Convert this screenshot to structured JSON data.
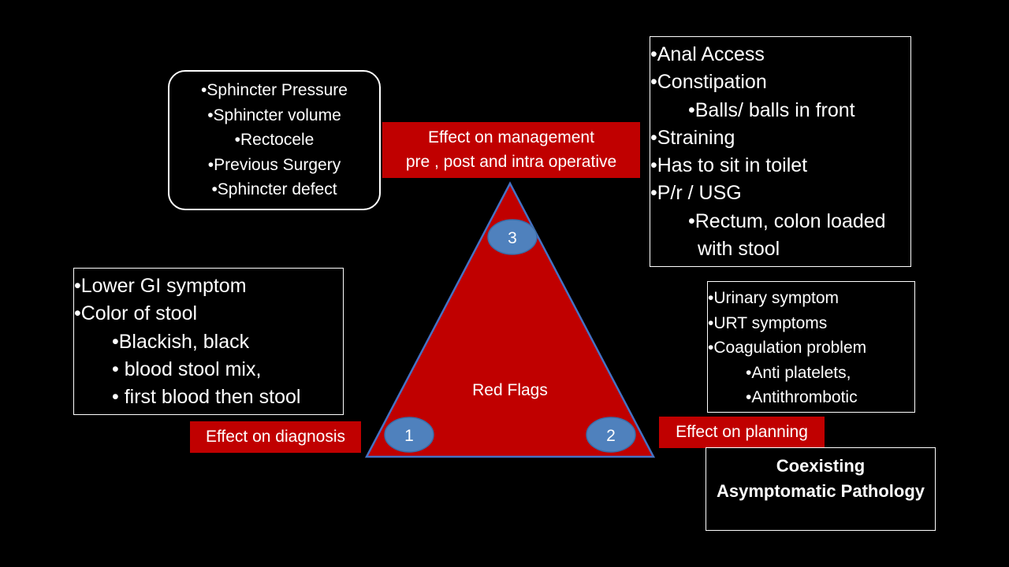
{
  "sphincter_box": {
    "items": [
      "•Sphincter Pressure",
      "•Sphincter volume",
      "•Rectocele",
      "•Previous Surgery",
      "•Sphincter defect"
    ]
  },
  "management_label": {
    "line1": "Effect on management",
    "line2": "pre , post and intra operative"
  },
  "anal_box": {
    "item1": "•Anal Access",
    "item2": "•Constipation",
    "item3": "•Balls/ balls in front",
    "item4": "•Straining",
    "item5": "•Has to sit in toilet",
    "item6": "•P/r / USG",
    "item7": "•Rectum, colon loaded",
    "item8": "with stool"
  },
  "lowergi_box": {
    "item1": "•Lower GI symptom",
    "item2": "•Color of stool",
    "item3": "•Blackish, black",
    "item4": "• blood stool mix,",
    "item5": "• first blood then stool"
  },
  "urinary_box": {
    "item1": "•Urinary symptom",
    "item2": "•URT symptoms",
    "item3": "•Coagulation problem",
    "item4": "•Anti platelets,",
    "item5": "•Antithrombotic"
  },
  "diagnosis_label": "Effect on diagnosis",
  "planning_label": "Effect on planning",
  "coexisting_box": {
    "line1": "Coexisting",
    "line2": "Asymptomatic Pathology"
  },
  "triangle": {
    "label": "Red Flags",
    "fill_color": "#c00000",
    "border_color": "#4472c4",
    "circle_color": "#4f81bd",
    "nodes": [
      "1",
      "2",
      "3"
    ]
  }
}
